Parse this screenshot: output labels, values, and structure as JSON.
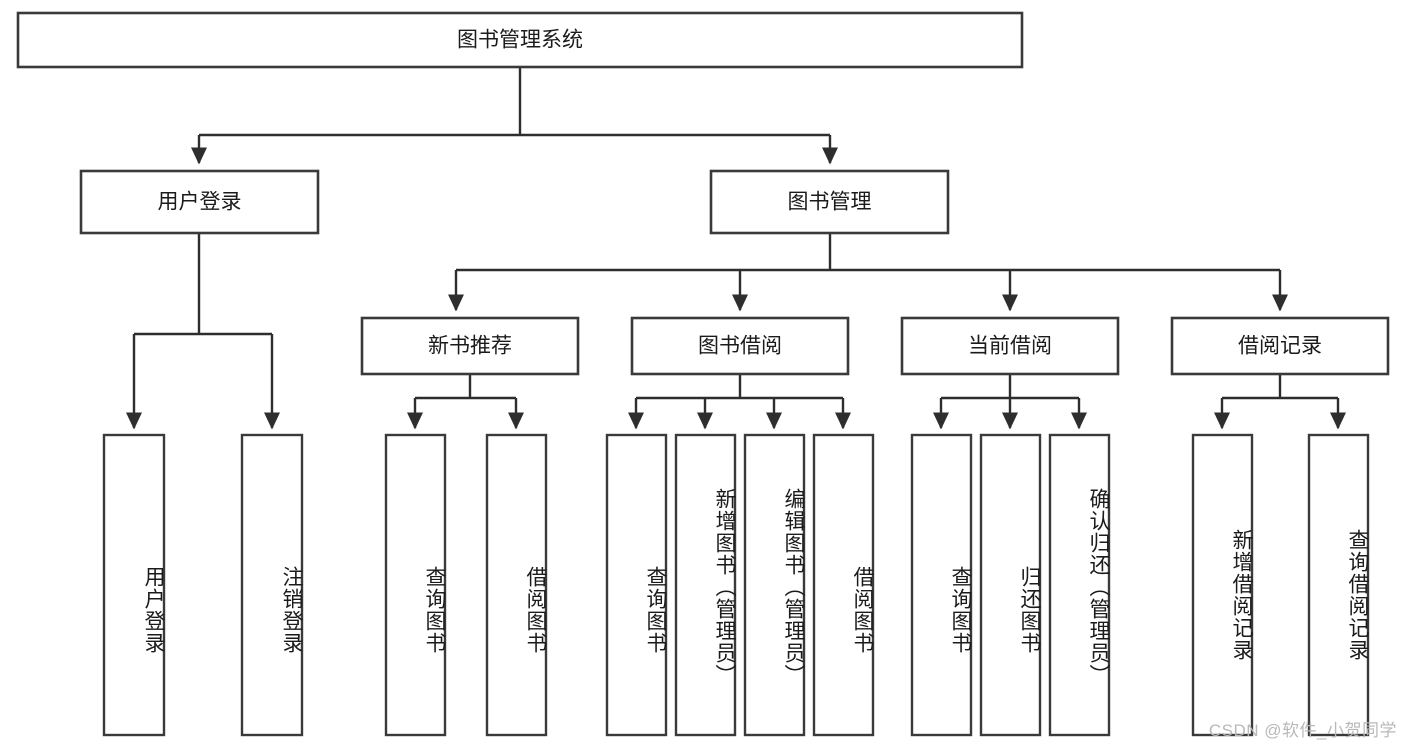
{
  "diagram": {
    "title": "图书管理系统",
    "type": "hierarchy-tree",
    "orientation": "top-down",
    "colors": {
      "box_stroke": "#3a3a3a",
      "connector": "#2e2e2e",
      "box_fill": "#ffffff",
      "text": "#1b1b1b",
      "background": "#ffffff",
      "watermark": "#b9b9b9"
    },
    "root": {
      "label": "图书管理系统",
      "level": 0
    },
    "level2": [
      {
        "label": "用户登录",
        "level": 1
      },
      {
        "label": "图书管理",
        "level": 1
      }
    ],
    "level3": [
      {
        "label": "新书推荐",
        "level": 2,
        "parent": "图书管理"
      },
      {
        "label": "图书借阅",
        "level": 2,
        "parent": "图书管理"
      },
      {
        "label": "当前借阅",
        "level": 2,
        "parent": "图书管理"
      },
      {
        "label": "借阅记录",
        "level": 2,
        "parent": "图书管理"
      }
    ],
    "leaves": [
      {
        "label": "用户登录",
        "parent": "用户登录",
        "group": "user-login"
      },
      {
        "label": "注销登录",
        "parent": "用户登录",
        "group": "user-login"
      },
      {
        "label": "查询图书",
        "parent": "新书推荐",
        "group": "new-book-recommend"
      },
      {
        "label": "借阅图书",
        "parent": "新书推荐",
        "group": "new-book-recommend"
      },
      {
        "label": "查询图书",
        "parent": "图书借阅",
        "group": "book-borrow"
      },
      {
        "label": "新增图书（管理员）",
        "parent": "图书借阅",
        "group": "book-borrow"
      },
      {
        "label": "编辑图书（管理员）",
        "parent": "图书借阅",
        "group": "book-borrow"
      },
      {
        "label": "借阅图书",
        "parent": "图书借阅",
        "group": "book-borrow"
      },
      {
        "label": "查询图书",
        "parent": "当前借阅",
        "group": "current-borrow"
      },
      {
        "label": "归还图书",
        "parent": "当前借阅",
        "group": "current-borrow"
      },
      {
        "label": "确认归还（管理员）",
        "parent": "当前借阅",
        "group": "current-borrow"
      },
      {
        "label": "新增借阅记录",
        "parent": "借阅记录",
        "group": "borrow-record"
      },
      {
        "label": "查询借阅记录",
        "parent": "借阅记录",
        "group": "borrow-record"
      }
    ]
  },
  "watermark": {
    "text": "CSDN @软件_小贺同学"
  }
}
